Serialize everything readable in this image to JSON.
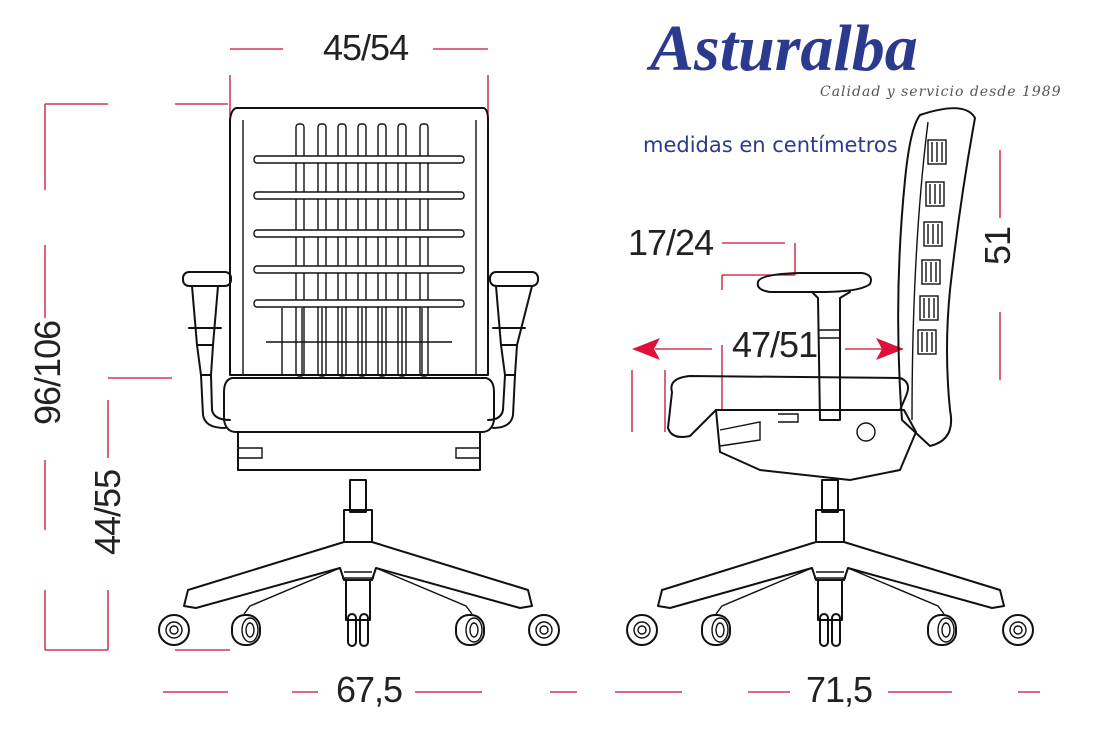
{
  "brand": {
    "name": "Asturalba",
    "tagline": "Calidad y servicio desde 1989",
    "color": "#2b3a8c"
  },
  "note": "medidas en centímetros",
  "dimensions": {
    "back_width": "45/54",
    "total_height": "96/106",
    "seat_height": "44/55",
    "base_width_front": "67,5",
    "armrest_height": "17/24",
    "seat_depth": "47/51",
    "back_height": "51",
    "base_width_side": "71,5"
  },
  "colors": {
    "dimension_lines": "#c8102e",
    "arrows": "#e0103a",
    "drawing": "#111111"
  }
}
